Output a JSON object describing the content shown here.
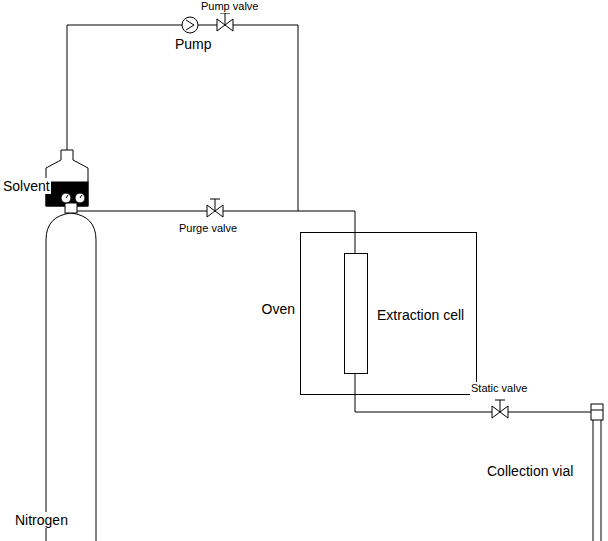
{
  "diagram": {
    "nodes": [
      {
        "text": [
          "Oven"
        ]
      },
      {
        "text": [
          "Extraction cell"
        ],
        "in": 0
      }
    ],
    "labels": [
      "Pump valve",
      "Pump",
      "Solvent",
      "Purge valve",
      "Static valve",
      "Nitrogen",
      "Collection vial"
    ]
  }
}
